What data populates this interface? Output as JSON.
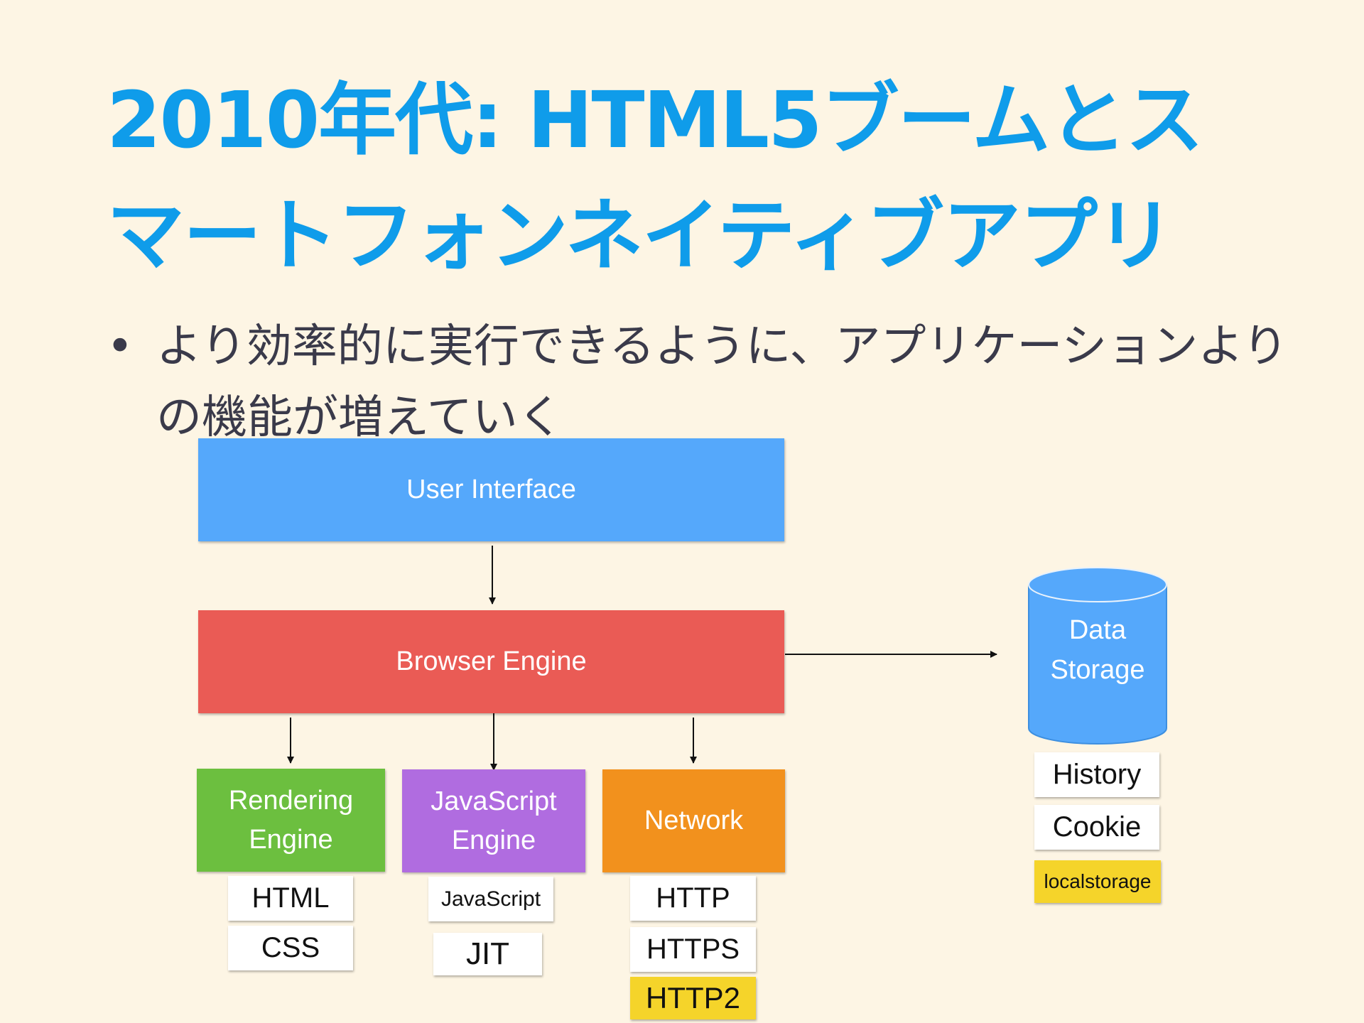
{
  "title": {
    "line1": "2010年代: HTML5ブームとス",
    "line2": "マートフォンネイティブアプリ"
  },
  "bullet": {
    "symbol": "•",
    "text": "より効率的に実行できるように、アプリケーションよりの機能が増えていく"
  },
  "diagram": {
    "user_interface": "User Interface",
    "browser_engine": "Browser Engine",
    "rendering_engine": {
      "line1": "Rendering",
      "line2": "Engine"
    },
    "js_engine": {
      "line1": "JavaScript",
      "line2": "Engine"
    },
    "network": "Network",
    "data_storage": {
      "line1": "Data",
      "line2": "Storage"
    },
    "rendering_items": [
      "HTML",
      "CSS"
    ],
    "js_items": [
      "JavaScript",
      "JIT"
    ],
    "network_items": [
      "HTTP",
      "HTTPS",
      "HTTP2"
    ],
    "storage_items": [
      "History",
      "Cookie",
      "localstorage"
    ],
    "colors": {
      "user_interface": "#55a8fb",
      "browser_engine": "#ea5b55",
      "rendering_engine": "#6cbf3f",
      "js_engine": "#b06ce0",
      "network": "#f2911d",
      "data_storage": "#55a8fb",
      "highlight": "#f5d42a"
    }
  }
}
